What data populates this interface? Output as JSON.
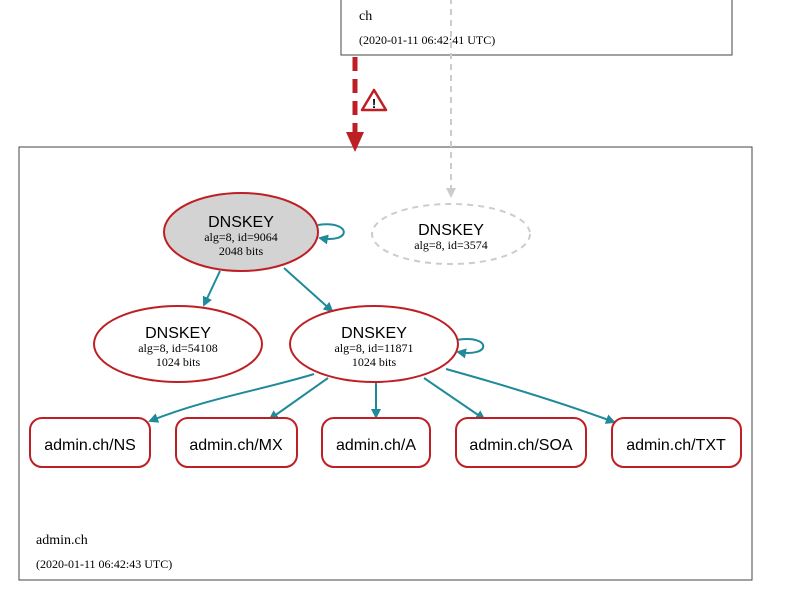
{
  "parent_zone": {
    "name": "ch",
    "timestamp": "(2020-01-11 06:42:41 UTC)"
  },
  "child_zone": {
    "name": "admin.ch",
    "timestamp": "(2020-01-11 06:42:43 UTC)"
  },
  "warning_icon": "warning-triangle-icon",
  "dnskeys": {
    "ksk": {
      "title": "DNSKEY",
      "alg": "alg=8, id=9064",
      "bits": "2048 bits"
    },
    "parent_ds_key": {
      "title": "DNSKEY",
      "alg": "alg=8, id=3574"
    },
    "key_54108": {
      "title": "DNSKEY",
      "alg": "alg=8, id=54108",
      "bits": "1024 bits"
    },
    "zsk": {
      "title": "DNSKEY",
      "alg": "alg=8, id=11871",
      "bits": "1024 bits"
    }
  },
  "rrsets": [
    {
      "label": "admin.ch/NS"
    },
    {
      "label": "admin.ch/MX"
    },
    {
      "label": "admin.ch/A"
    },
    {
      "label": "admin.ch/SOA"
    },
    {
      "label": "admin.ch/TXT"
    }
  ],
  "colors": {
    "edge": "#1f8a99",
    "error": "#be1f24",
    "ksk_fill": "#d3d3d3",
    "dashed": "#cccccc",
    "zone_border": "#444444"
  }
}
